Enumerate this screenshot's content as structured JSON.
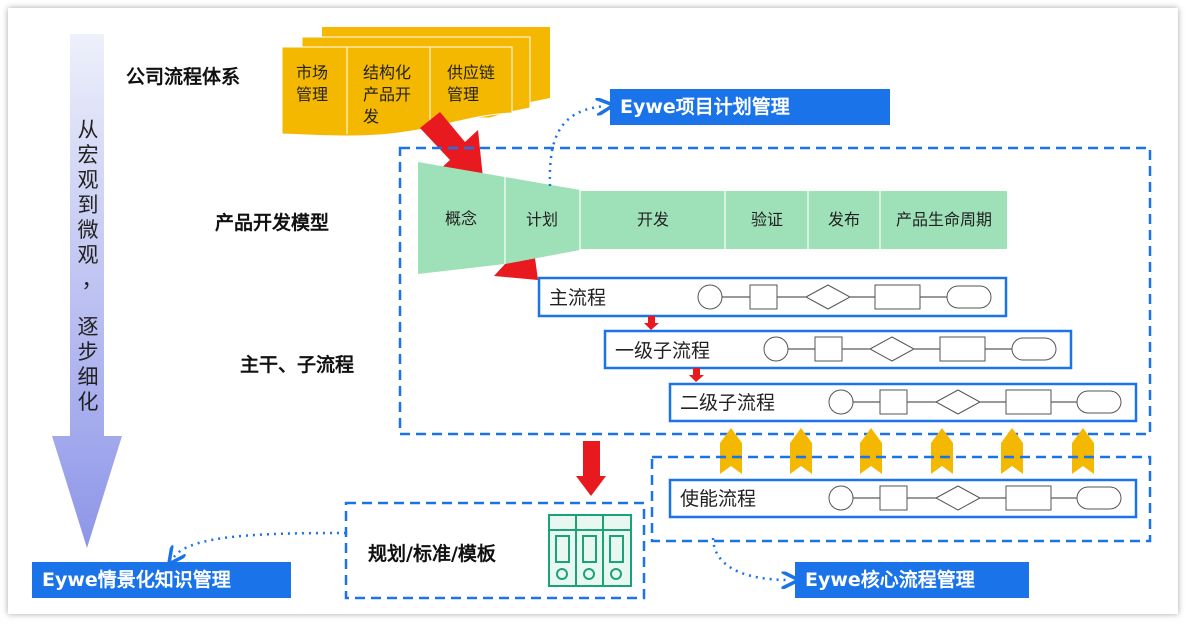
{
  "left_arrow": {
    "text": [
      "从",
      "宏",
      "观",
      "到",
      "微",
      "观",
      "，",
      "逐",
      "步",
      "细",
      "化"
    ]
  },
  "labels": {
    "company": "公司流程体系",
    "product_model": "产品开发模型",
    "trunk": "主干、子流程",
    "templates": "规划/标准/模板"
  },
  "company_cards": [
    {
      "line1": "市场",
      "line2": "管理",
      "line3": ""
    },
    {
      "line1": "结构化",
      "line2": "产品开",
      "line3": "发"
    },
    {
      "line1": "供应链",
      "line2": "管理",
      "line3": ""
    }
  ],
  "stages": [
    "概念",
    "计划",
    "开发",
    "验证",
    "发布",
    "产品生命周期"
  ],
  "processes": {
    "main": "主流程",
    "level1": "一级子流程",
    "level2": "二级子流程",
    "enable": "使能流程"
  },
  "tags": {
    "plan": "Eywe项目计划管理",
    "knowledge": "Eywe情景化知识管理",
    "core": "Eywe核心流程管理"
  },
  "colors": {
    "accent": "#1a73e8",
    "gold": "#f5b800",
    "green": "#9ee0b8",
    "red": "#e8191f",
    "dashed": "#1a73e8"
  }
}
